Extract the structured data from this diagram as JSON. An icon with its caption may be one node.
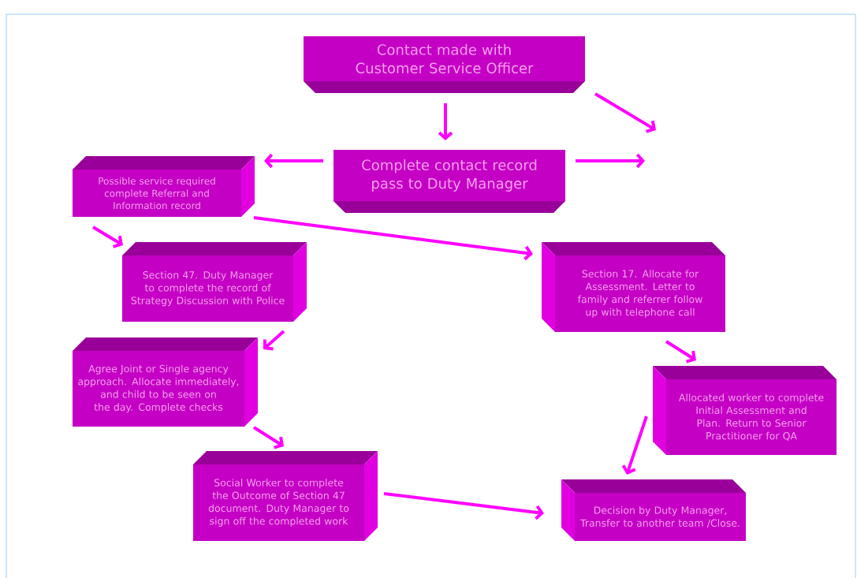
{
  "diagram": {
    "nodes": [
      {
        "text": [
          "Contact made with Customer Service Officer"
        ]
      },
      {
        "text": [
          "Complete contact record pass to Duty Manager"
        ]
      },
      {
        "text": [
          "Possible service required complete Referral and Information record"
        ]
      },
      {
        "text": [
          "Section 47. Duty Manager to complete the record of Strategy Discussion with Police"
        ]
      },
      {
        "text": [
          "Agree Joint or Single agency approach. Allocate immediately, and child to be seen on the day. Complete checks"
        ]
      },
      {
        "text": [
          "Social Worker to complete the Outcome of Section 47 document. Duty Manager to sign off the completed work"
        ]
      },
      {
        "text": [
          "Section 17. Allocate for Assessment. Letter to family and referrer follow up with telephone call"
        ]
      },
      {
        "text": [
          "Allocated worker to complete Initial Assessment and Plan. Return to Senior Practitioner for QA"
        ]
      },
      {
        "text": [
          "Decision by Duty Manager, Transfer to another team /Close."
        ]
      }
    ],
    "edges": [
      {
        "from": 0,
        "to": 1,
        "arrow": "to"
      },
      {
        "from": 0,
        "to": null,
        "arrow": "to"
      },
      {
        "from": 1,
        "to": 2,
        "arrow": "to"
      },
      {
        "from": 1,
        "to": null,
        "arrow": "to"
      },
      {
        "from": 2,
        "to": 3,
        "arrow": "to"
      },
      {
        "from": 2,
        "to": 6,
        "arrow": "to"
      },
      {
        "from": 3,
        "to": 4,
        "arrow": "to"
      },
      {
        "from": 4,
        "to": 5,
        "arrow": "to"
      },
      {
        "from": 5,
        "to": 8,
        "arrow": "to"
      },
      {
        "from": 6,
        "to": 7,
        "arrow": "to"
      },
      {
        "from": 7,
        "to": 8,
        "arrow": "to"
      }
    ]
  }
}
